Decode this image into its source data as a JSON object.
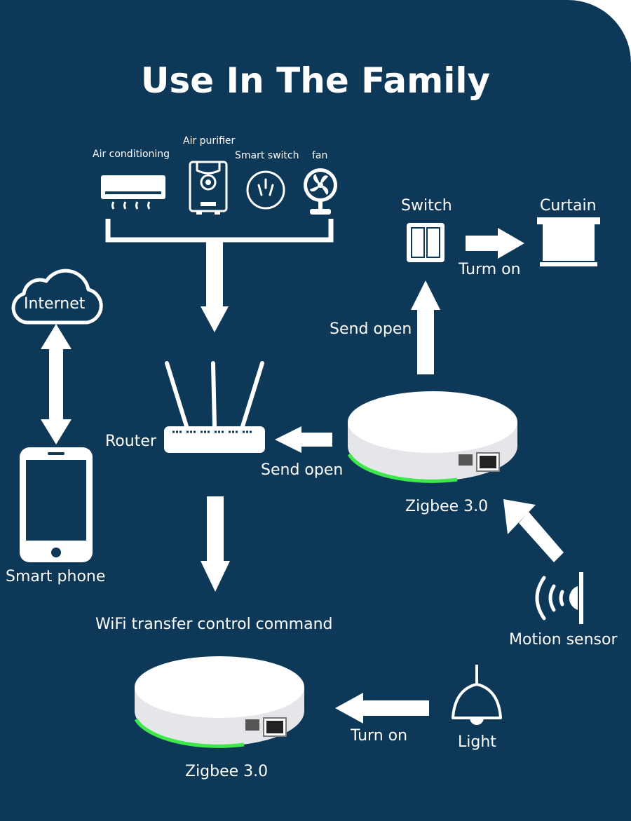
{
  "title": "Use In The Family",
  "appliances": {
    "air_conditioning": "Air conditioning",
    "air_purifier": "Air purifier",
    "smart_switch": "Smart switch",
    "fan": "fan"
  },
  "labels": {
    "internet": "Internet",
    "smart_phone": "Smart phone",
    "router": "Router",
    "wifi_transfer": "WiFi transfer control command",
    "hub_top": "Zigbee 3.0",
    "hub_bottom": "Zigbee 3.0",
    "switch": "Switch",
    "curtain": "Curtain",
    "motion_sensor": "Motion sensor",
    "light": "Light"
  },
  "arrow_labels": {
    "turm_on": "Turm on",
    "send_open_up": "Send open",
    "send_open_left": "Send open",
    "turn_on": "Turn on"
  },
  "colors": {
    "background": "#0d3857",
    "foreground": "#ffffff",
    "hub_led": "#3de84a"
  }
}
